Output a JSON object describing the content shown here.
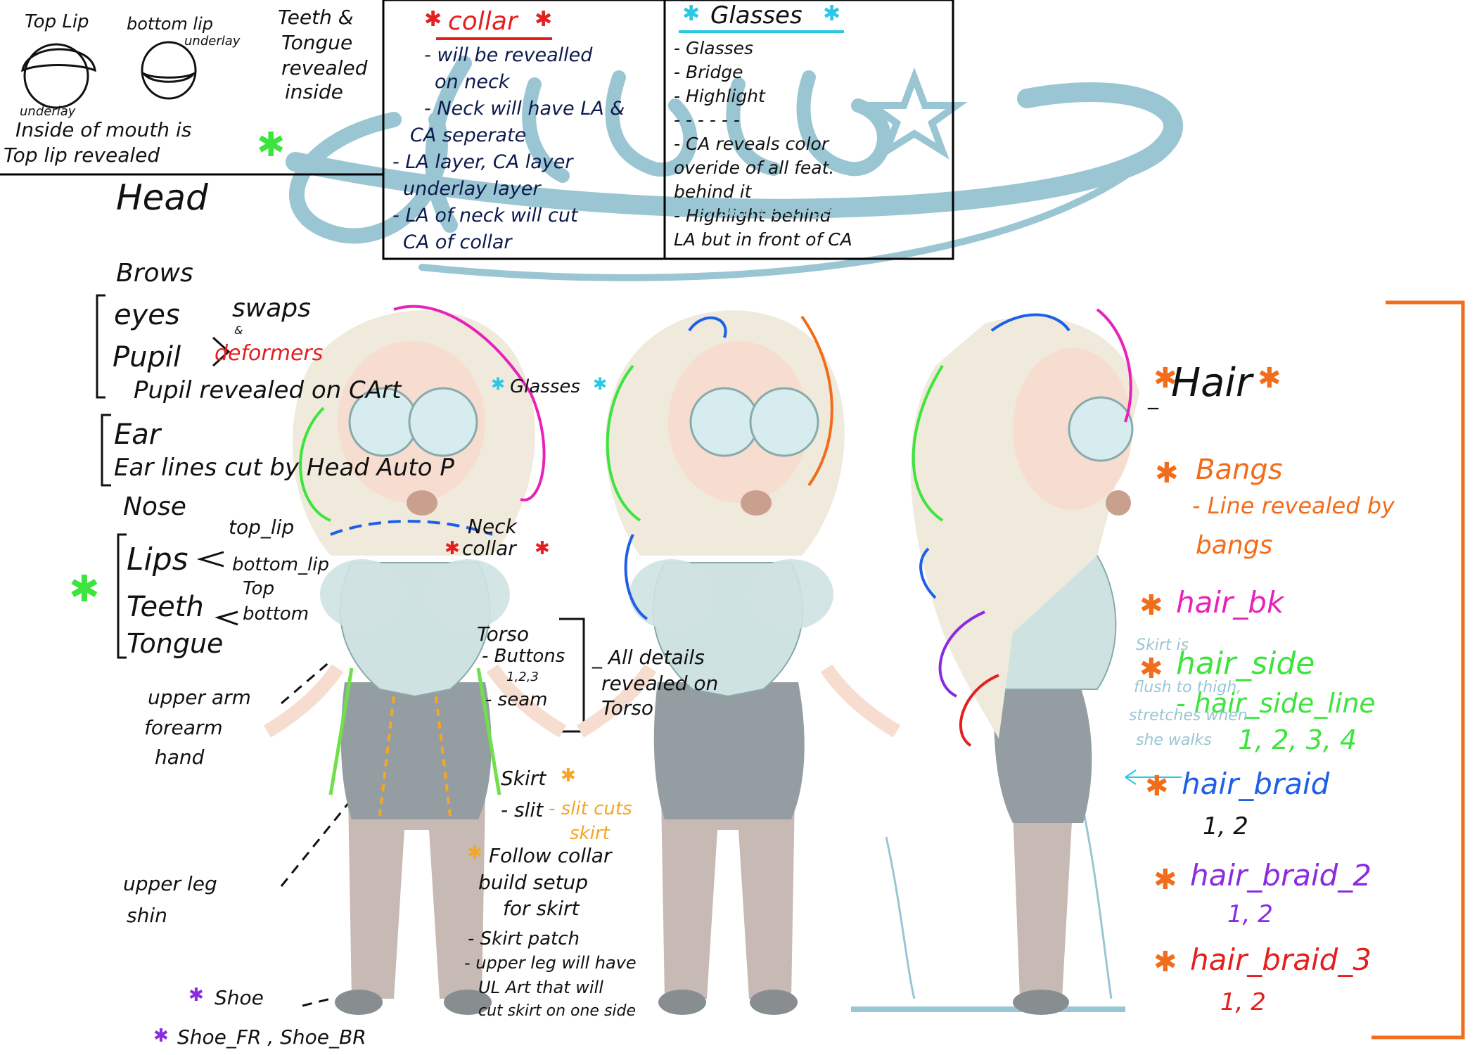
{
  "colors": {
    "ink": "#111111",
    "red": "#e41f1f",
    "cyan": "#29c9e6",
    "green": "#3de43d",
    "orange": "#f26d1b",
    "magenta": "#e822b8",
    "purple": "#8a2be2",
    "blue": "#1f5fe8",
    "light_green": "#6fe04a",
    "watermark": "#9ac6d3",
    "hair": "#efeadc",
    "skin": "#f6ddd0",
    "shirt": "#cfe2e2",
    "skirt": "#949ea2",
    "legs": "#c7b9b3"
  },
  "icons": [
    "asterisk-icon",
    "arrow-icon",
    "brace-icon",
    "star-icon"
  ],
  "head": {
    "top_lip": "Top Lip",
    "bottom_lip": "bottom lip",
    "underlay_right": "underlay",
    "underlay_left": "underlay",
    "inside_line1": "Inside of mouth is",
    "inside_line2": "Top lip revealed",
    "teeth1": "Teeth &",
    "teeth2": "Tongue",
    "teeth3": "revealed",
    "teeth4": "inside",
    "title": "Head"
  },
  "collar": {
    "title": "collar",
    "lines": [
      "- will be revealled",
      "on neck",
      "- Neck will have LA &",
      "CA seperate",
      "- LA layer, CA layer",
      "underlay layer",
      "- LA of neck will cut",
      "CA of collar"
    ]
  },
  "glasses": {
    "title": "Glasses",
    "lines": [
      "- Glasses",
      "- Bridge",
      "- Highlight",
      "- - - - - -",
      "- CA reveals color",
      "overide of all feat.",
      "behind it",
      "- Highlight behind",
      "LA but in front of CA"
    ]
  },
  "watermark": {
    "name": "Selinda",
    "credit": "by Davi Belconger"
  },
  "body_left": {
    "brows": "Brows",
    "eyes": "eyes",
    "swaps": "swaps",
    "amp": "&",
    "deformers": "deformers",
    "pupil": "Pupil",
    "pupil_revealed": "Pupil revealed on CArt",
    "ear": "Ear",
    "ear_lines": "Ear lines cut by Head Auto P",
    "nose": "Nose",
    "lips": "Lips",
    "top_lip": "top_lip",
    "bottom_lip": "bottom_lip",
    "teeth": "Teeth",
    "top": "Top",
    "bottom": "bottom",
    "tongue": "Tongue",
    "upper_arm": "upper arm",
    "forearm": "forearm",
    "hand": "hand",
    "upper_leg": "upper leg",
    "shin": "shin",
    "shoe": "Shoe",
    "shoe_fr_br": "Shoe_FR , Shoe_BR"
  },
  "body_mid": {
    "glasses": "Glasses",
    "neck": "Neck",
    "collar": "collar",
    "torso": "Torso",
    "buttons": "- Buttons",
    "buttons_nums": "1,2,3",
    "seam": "- seam",
    "all_details1": "_ All details",
    "all_details2": "revealed on",
    "all_details3": "Torso",
    "skirt": "Skirt",
    "slit": "- slit",
    "slit_cuts1": "- slit cuts",
    "slit_cuts2": "skirt",
    "follow1": "Follow collar",
    "follow2": "build setup",
    "follow3": "for skirt",
    "patch": "- Skirt patch",
    "upper_leg1": "- upper leg will have",
    "upper_leg2": "UL Art that will",
    "upper_leg3": "cut skirt on one side"
  },
  "hair_panel": {
    "title": "Hair",
    "bangs": "Bangs",
    "bangs_note1": "- Line revealed by",
    "bangs_note2": "bangs",
    "hair_bk": "hair_bk",
    "hair_side": "hair_side",
    "hair_side_line": "- hair_side_line",
    "side_nums": "1, 2, 3, 4",
    "skirt_note1": "Skirt is",
    "skirt_note2": "flush to thigh,",
    "skirt_note3": "stretches when",
    "skirt_note4": "she walks",
    "hair_braid": "hair_braid",
    "braid_nums": "1, 2",
    "hair_braid_2": "hair_braid_2",
    "braid2_nums": "1, 2",
    "hair_braid_3": "hair_braid_3",
    "braid3_nums": "1, 2"
  }
}
